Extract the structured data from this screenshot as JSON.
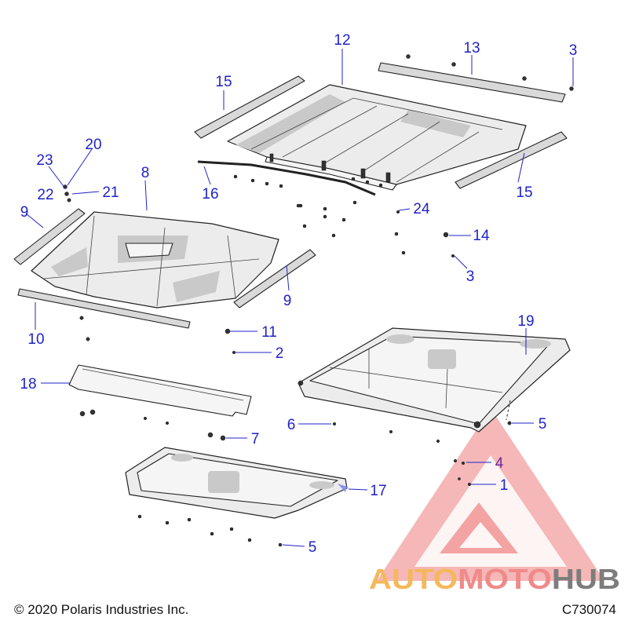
{
  "callouts": {
    "c1": "1",
    "c2": "2",
    "c3a": "3",
    "c3b": "3",
    "c4": "4",
    "c5a": "5",
    "c5b": "5",
    "c6": "6",
    "c7": "7",
    "c8": "8",
    "c9a": "9",
    "c9b": "9",
    "c10": "10",
    "c11": "11",
    "c12": "12",
    "c13": "13",
    "c14": "14",
    "c15a": "15",
    "c15b": "15",
    "c16": "16",
    "c17": "17",
    "c18": "18",
    "c19": "19",
    "c20": "20",
    "c21": "21",
    "c22": "22",
    "c23": "23",
    "c24": "24"
  },
  "footer": {
    "copyright": "© 2020 Polaris Industries Inc.",
    "diagram_code": "C730074"
  },
  "watermark": {
    "part1": "AUTO",
    "part2": "MOTO",
    "part3": "HUB",
    "color1": "#f5b85a",
    "color2": "#f08a8a",
    "color3": "#7d7d7d",
    "triangle_color": "#ef6a6a"
  },
  "colors": {
    "callout": "#1f23c8",
    "callout_purple": "#6a2a9a"
  }
}
